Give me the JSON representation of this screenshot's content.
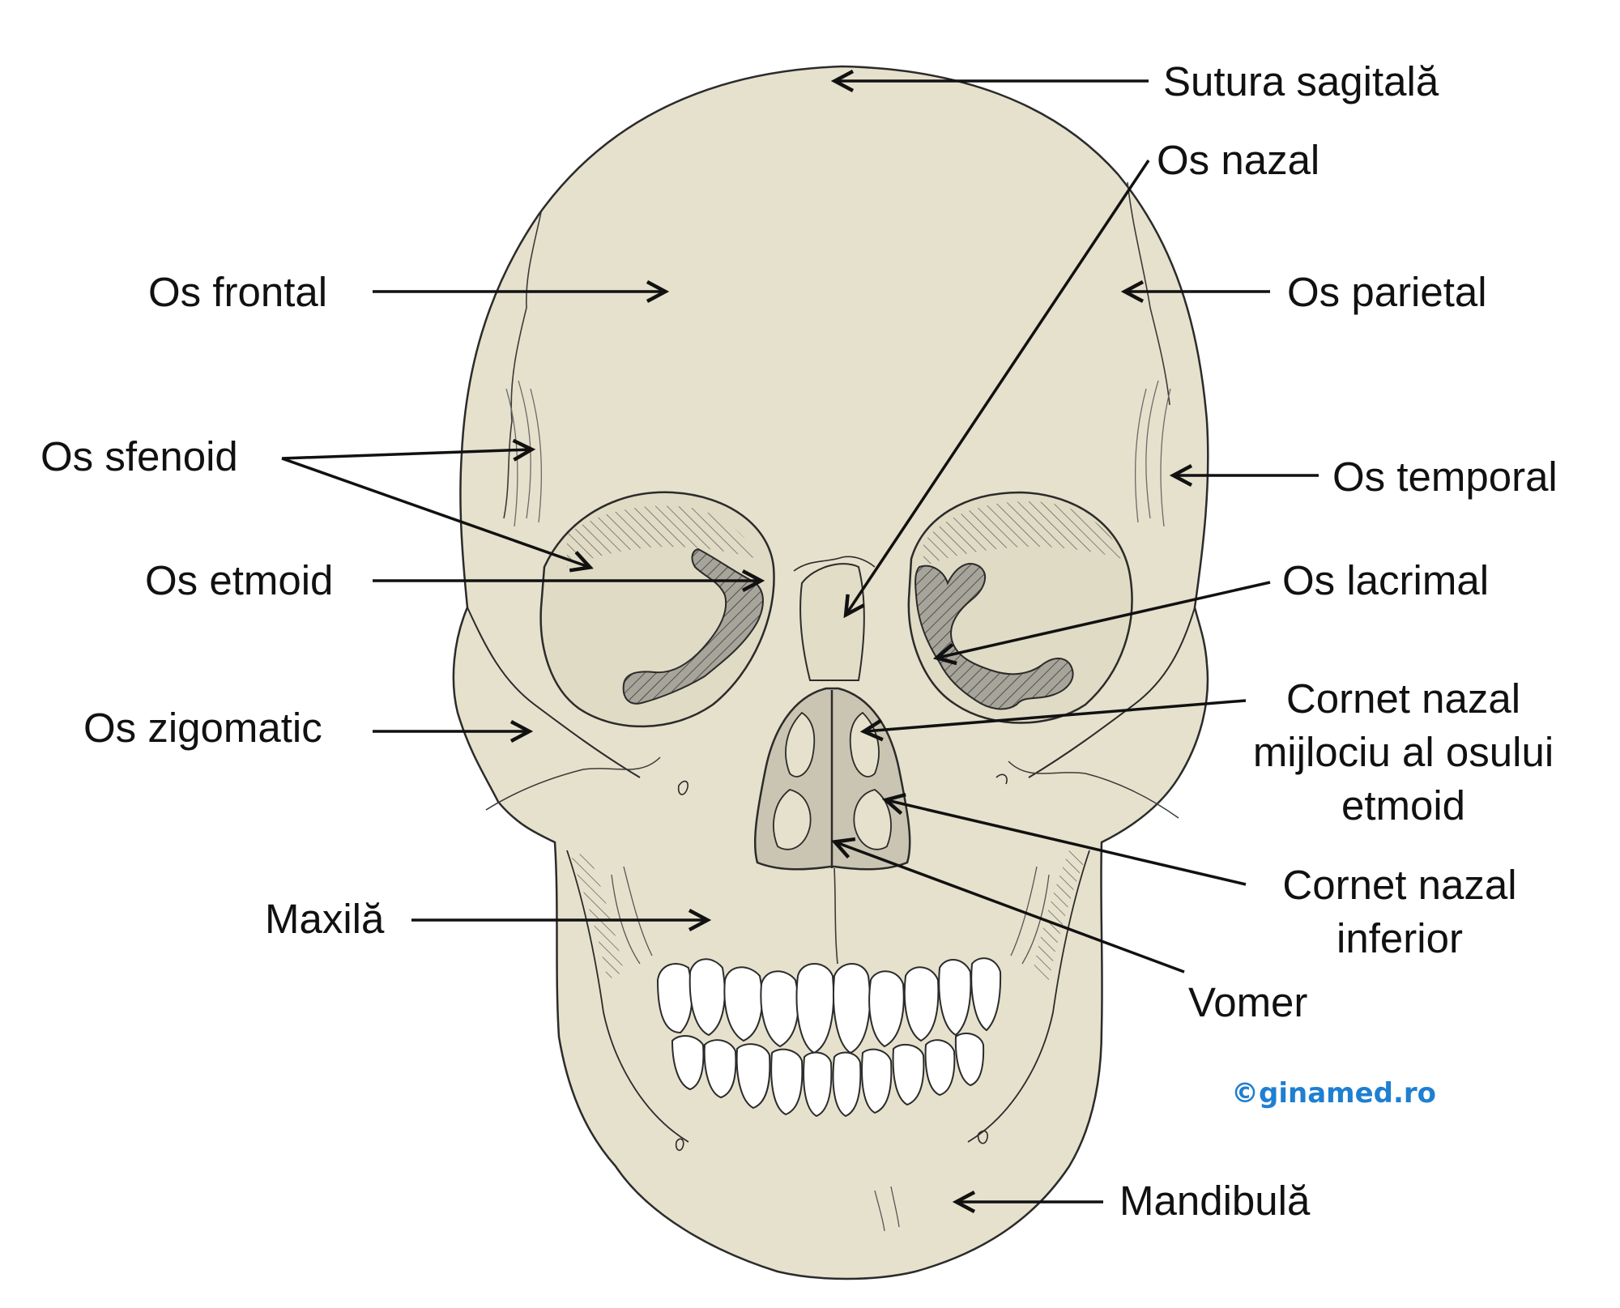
{
  "labels": {
    "sutura_sagitala": "Sutura sagitală",
    "os_nazal": "Os nazal",
    "os_frontal": "Os frontal",
    "os_parietal": "Os parietal",
    "os_sfenoid": "Os sfenoid",
    "os_temporal": "Os temporal",
    "os_etmoid": "Os etmoid",
    "os_lacrimal": "Os lacrimal",
    "os_zigomatic": "Os zigomatic",
    "cornet_mijlociu": "Cornet nazal mijlociu al osului etmoid",
    "maxila": "Maxilă",
    "cornet_inferior": "Cornet nazal inferior",
    "vomer": "Vomer",
    "mandibula": "Mandibulă"
  },
  "credit": "©ginamed.ro",
  "colors": {
    "bone": "#e6e1cc",
    "outline": "#2b2b2b",
    "dark_region": "#9b9890",
    "teeth": "#ffffff",
    "arrow": "#111111",
    "credit": "#1f7fd1"
  }
}
